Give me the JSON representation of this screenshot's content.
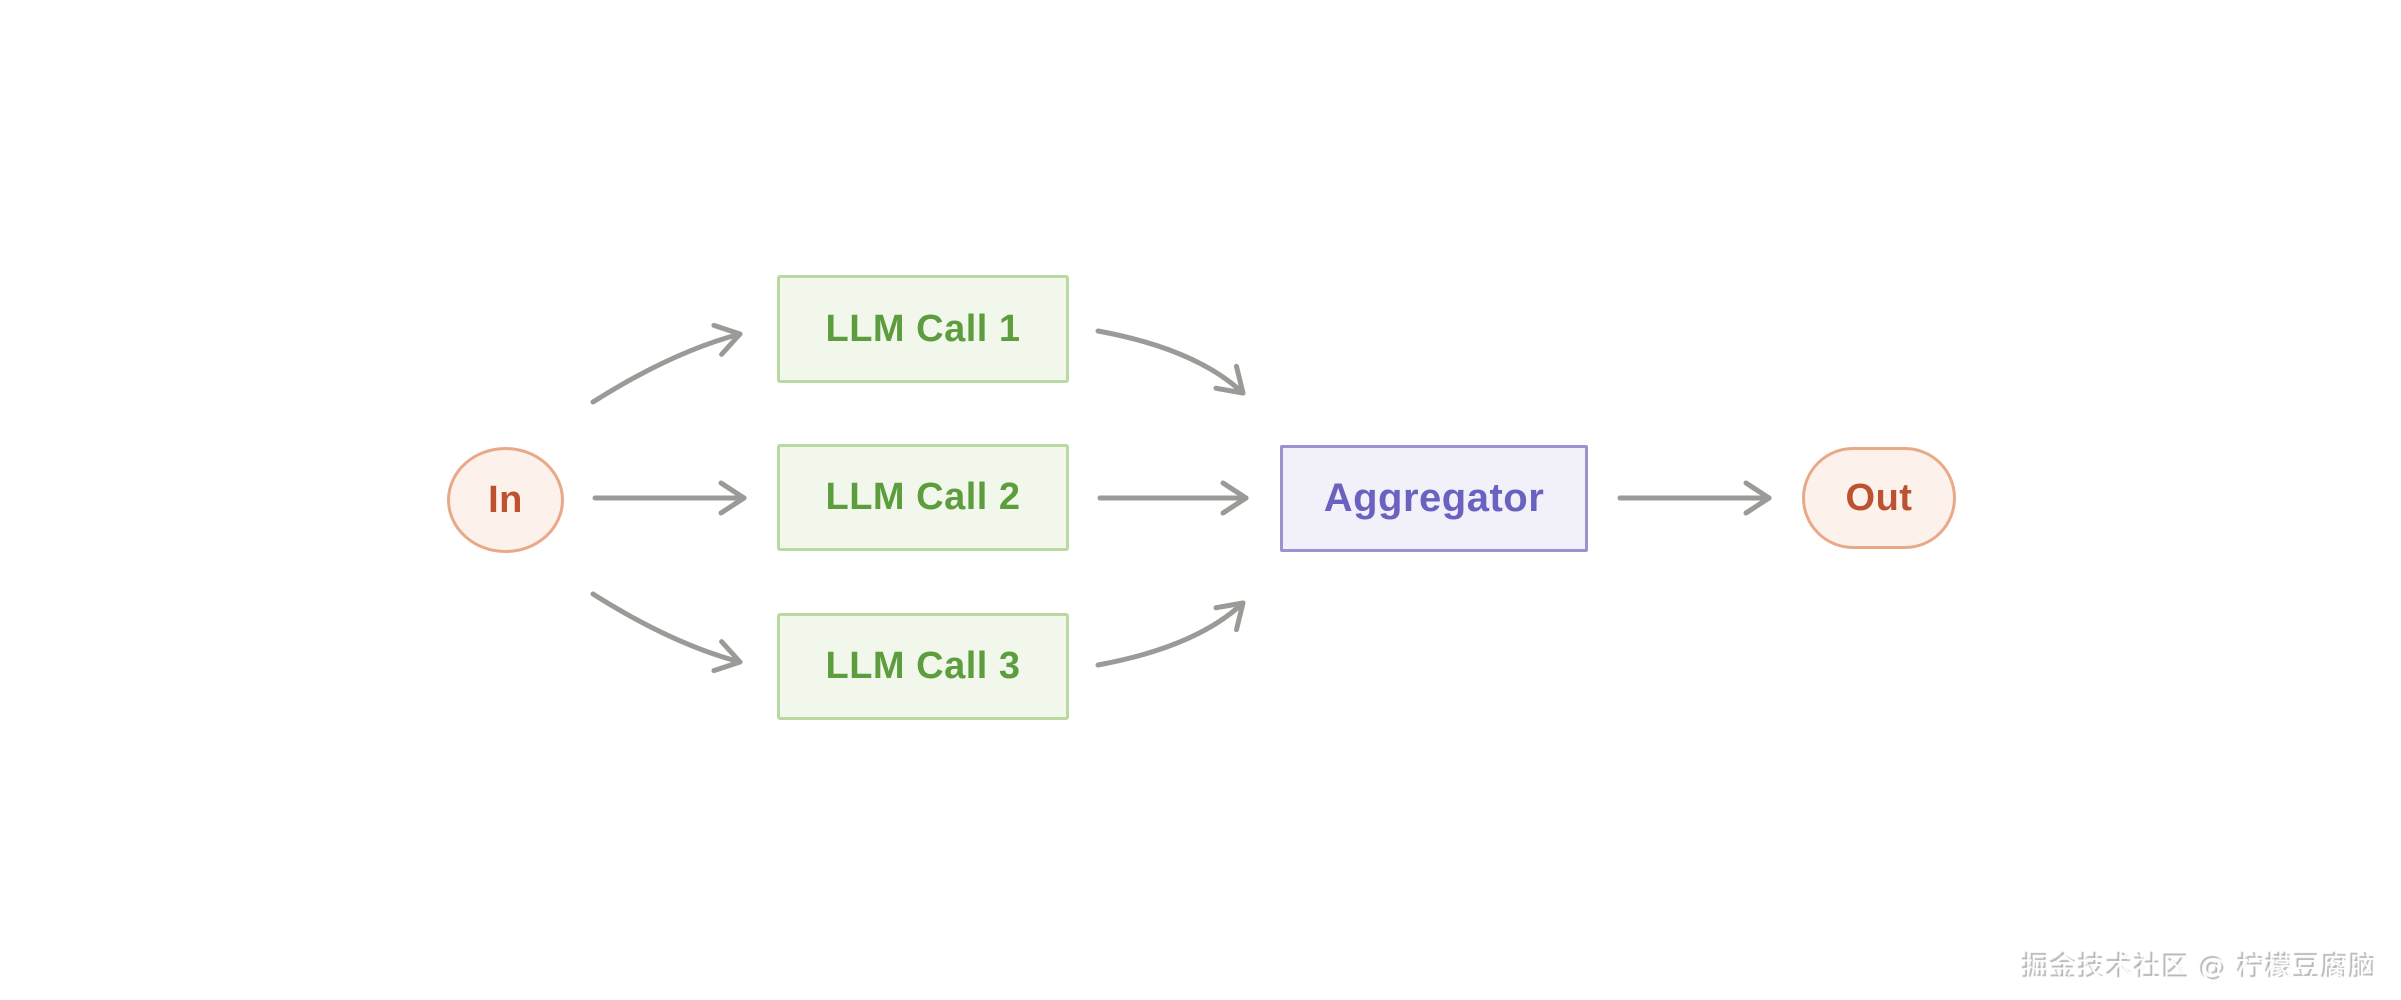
{
  "diagram": {
    "type": "flowchart",
    "description": "Parallelization workflow: input fanned out to three LLM calls whose results are merged by an aggregator into the output",
    "nodes": {
      "in": {
        "label": "In",
        "shape": "circle"
      },
      "llm_calls": [
        {
          "label": "LLM Call 1",
          "shape": "rectangle"
        },
        {
          "label": "LLM Call 2",
          "shape": "rectangle"
        },
        {
          "label": "LLM Call 3",
          "shape": "rectangle"
        }
      ],
      "aggregator": {
        "label": "Aggregator",
        "shape": "rectangle"
      },
      "out": {
        "label": "Out",
        "shape": "pill"
      }
    },
    "edges": [
      {
        "from": "In",
        "to": "LLM Call 1",
        "style": "curved"
      },
      {
        "from": "In",
        "to": "LLM Call 2",
        "style": "straight"
      },
      {
        "from": "In",
        "to": "LLM Call 3",
        "style": "curved"
      },
      {
        "from": "LLM Call 1",
        "to": "Aggregator",
        "style": "curved"
      },
      {
        "from": "LLM Call 2",
        "to": "Aggregator",
        "style": "straight"
      },
      {
        "from": "LLM Call 3",
        "to": "Aggregator",
        "style": "curved"
      },
      {
        "from": "Aggregator",
        "to": "Out",
        "style": "straight"
      }
    ]
  },
  "colors": {
    "background": "#ffffff",
    "arrow": "#9c9a97",
    "green_text": "#5d9d3d",
    "green_border": "#b9d8a2",
    "green_bg": "#f2f7ec",
    "purple_text": "#6a62c0",
    "purple_border": "#9a93cf",
    "purple_bg": "#f2f1f9",
    "orange_text": "#bd5231",
    "orange_border": "#e8a988",
    "orange_bg": "#fdf1ec"
  },
  "watermark": {
    "text": "掘金技术社区 @ 柠檬豆腐脑"
  }
}
